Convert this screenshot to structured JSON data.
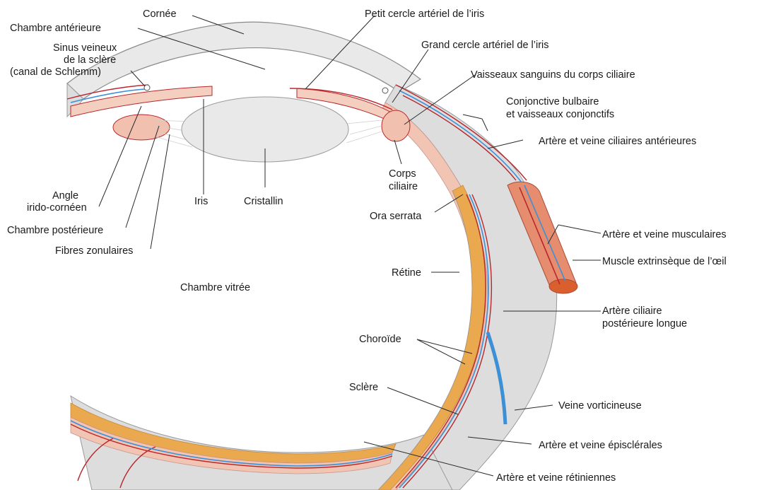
{
  "labels": {
    "cornee": "Cornée",
    "chambre_anterieure": "Chambre antérieure",
    "sinus_1": "Sinus veineux",
    "sinus_2": "de la sclère",
    "sinus_3": "(canal de Schlemm)",
    "petit_cercle": "Petit cercle artériel de l’iris",
    "grand_cercle": "Grand cercle artériel de l’iris",
    "vaisseaux_corps_ciliaire": "Vaisseaux sanguins du corps ciliaire",
    "conjonctive_1": "Conjonctive bulbaire",
    "conjonctive_2": "et vaisseaux conjonctifs",
    "arteres_ciliaires_ant": "Artère et veine ciliaires antérieures",
    "angle_1": "Angle",
    "angle_2": "irido-cornéen",
    "chambre_posterieure": "Chambre postérieure",
    "fibres_zonulaires": "Fibres zonulaires",
    "iris": "Iris",
    "cristallin": "Cristallin",
    "corps_ciliaire_1": "Corps",
    "corps_ciliaire_2": "ciliaire",
    "ora_serrata": "Ora serrata",
    "musculaires": "Artère et veine musculaires",
    "muscle_extrinseque": "Muscle extrinsèque de l’œil",
    "retine": "Rétine",
    "chambre_vitree": "Chambre vitrée",
    "ciliaire_post_1": "Artère ciliaire",
    "ciliaire_post_2": "postérieure longue",
    "choroide": "Choroïde",
    "sclere": "Sclère",
    "veine_vorticineuse": "Veine vorticineuse",
    "episclerales": "Artère et veine épisclérales",
    "retiniennes": "Artère et veine rétiniennes"
  },
  "colors": {
    "artery": "#b8272c",
    "vein": "#3d8fd6",
    "sclera": "#dcdcdc",
    "retina": "#e8ab55",
    "choroid": "#f2c7b8",
    "lens": "#e8e8e8",
    "muscle": "#cf6b52",
    "text": "#1a1a1a"
  }
}
